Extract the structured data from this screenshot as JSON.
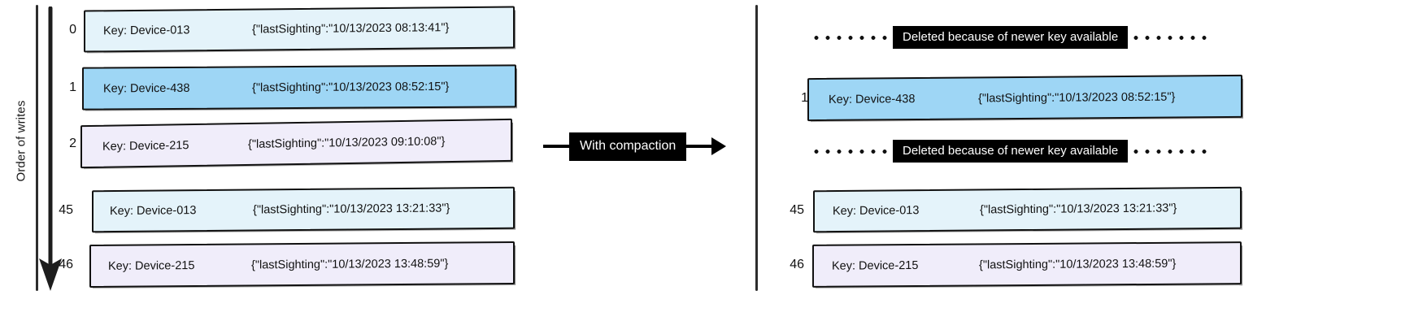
{
  "axis": {
    "label": "Order of writes",
    "direction_icon": "down-arrow-icon"
  },
  "colors": {
    "pale_cyan": "#e4f3fa",
    "bright_blue": "#9ed6f5",
    "lavender": "#f0edfa",
    "ink": "#111111",
    "chip_bg": "#000000",
    "chip_fg": "#ffffff"
  },
  "transition": {
    "label": "With compaction",
    "arrow_icon": "right-arrow-icon"
  },
  "left_panel": {
    "name": "before-compaction",
    "rows": [
      {
        "index": "0",
        "key": "Key: Device-013",
        "value": "{\"lastSighting\":\"10/13/2023 08:13:41\"}",
        "fill": "#e4f3fa"
      },
      {
        "index": "1",
        "key": "Key: Device-438",
        "value": "{\"lastSighting\":\"10/13/2023 08:52:15\"}",
        "fill": "#9ed6f5"
      },
      {
        "index": "2",
        "key": "Key: Device-215",
        "value": "{\"lastSighting\":\"10/13/2023 09:10:08\"}",
        "fill": "#f0edfa"
      },
      {
        "index": "45",
        "key": "Key: Device-013",
        "value": "{\"lastSighting\":\"10/13/2023 13:21:33\"}",
        "fill": "#e4f3fa"
      },
      {
        "index": "46",
        "key": "Key: Device-215",
        "value": "{\"lastSighting\":\"10/13/2023 13:48:59\"}",
        "fill": "#f0edfa"
      }
    ]
  },
  "right_panel": {
    "name": "after-compaction",
    "deleted_note": "Deleted because of newer key available",
    "rows": [
      {
        "kind": "deleted",
        "note": "Deleted because of newer key available"
      },
      {
        "kind": "record",
        "index": "1",
        "key": "Key: Device-438",
        "value": "{\"lastSighting\":\"10/13/2023 08:52:15\"}",
        "fill": "#9ed6f5"
      },
      {
        "kind": "deleted",
        "note": "Deleted because of newer key available"
      },
      {
        "kind": "record",
        "index": "45",
        "key": "Key: Device-013",
        "value": "{\"lastSighting\":\"10/13/2023 13:21:33\"}",
        "fill": "#e4f3fa"
      },
      {
        "kind": "record",
        "index": "46",
        "key": "Key: Device-215",
        "value": "{\"lastSighting\":\"10/13/2023 13:48:59\"}",
        "fill": "#f0edfa"
      }
    ]
  }
}
